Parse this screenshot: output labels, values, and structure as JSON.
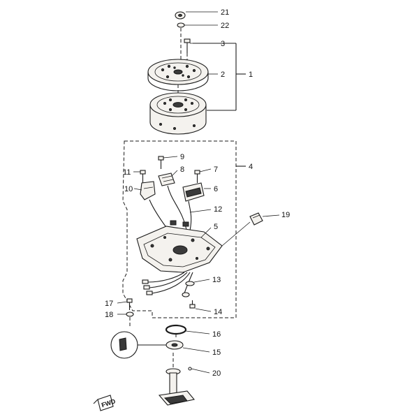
{
  "callouts": [
    {
      "id": "21",
      "text": "21"
    },
    {
      "id": "22",
      "text": "22"
    },
    {
      "id": "3",
      "text": "3"
    },
    {
      "id": "2",
      "text": "2"
    },
    {
      "id": "1",
      "text": "1"
    },
    {
      "id": "9",
      "text": "9"
    },
    {
      "id": "4",
      "text": "4"
    },
    {
      "id": "11",
      "text": "11"
    },
    {
      "id": "8",
      "text": "8"
    },
    {
      "id": "7",
      "text": "7"
    },
    {
      "id": "10",
      "text": "10"
    },
    {
      "id": "6",
      "text": "6"
    },
    {
      "id": "12",
      "text": "12"
    },
    {
      "id": "19",
      "text": "19"
    },
    {
      "id": "5",
      "text": "5"
    },
    {
      "id": "13",
      "text": "13"
    },
    {
      "id": "17",
      "text": "17"
    },
    {
      "id": "18",
      "text": "18"
    },
    {
      "id": "14",
      "text": "14"
    },
    {
      "id": "16",
      "text": "16"
    },
    {
      "id": "15",
      "text": "15"
    },
    {
      "id": "20",
      "text": "20"
    }
  ],
  "direction_mark": "FWD"
}
